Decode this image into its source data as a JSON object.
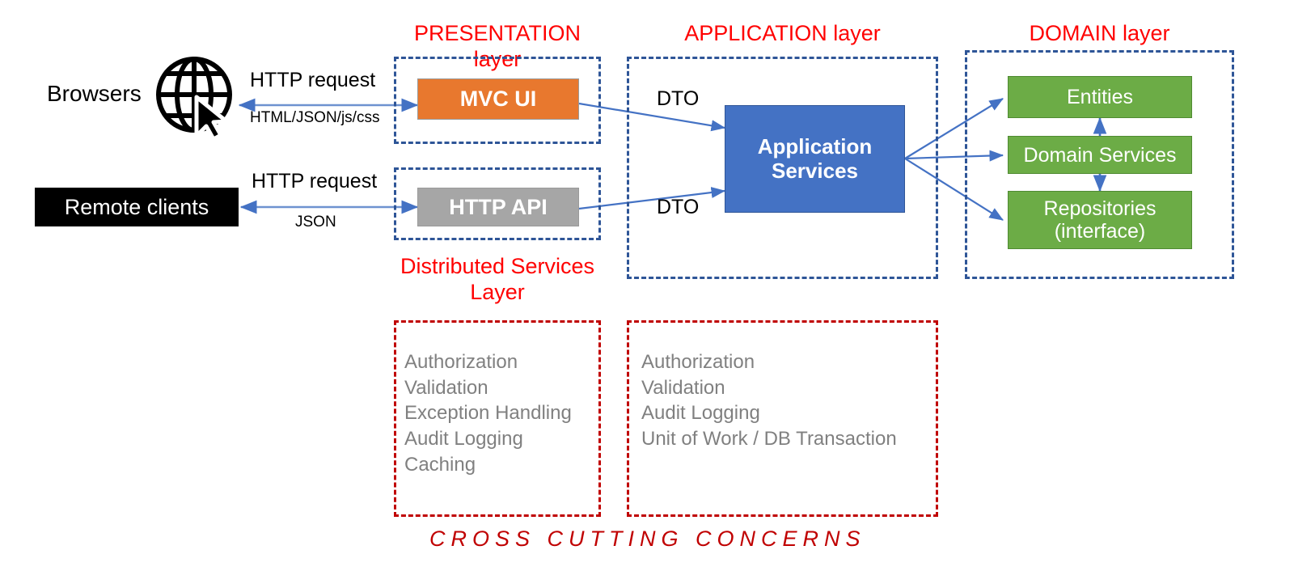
{
  "diagram": {
    "title": "Layered application architecture",
    "colors": {
      "layer_label": "#FF0000",
      "presentation_box": "#E8782E",
      "api_box": "#A6A6A6",
      "application_box": "#4472C4",
      "domain_box": "#6CAC46",
      "client_box": "#000000",
      "dashed_layer_border": "#2E5597",
      "dashed_concern_border": "#C00000",
      "concern_text": "#808080",
      "arrow": "#4472C4"
    }
  },
  "layer_labels": {
    "presentation": "PRESENTATION layer",
    "application": "APPLICATION layer",
    "domain": "DOMAIN layer",
    "distributed_services": "Distributed Services\nLayer"
  },
  "clients": {
    "browsers": "Browsers",
    "browsers_icon": "globe-cursor-icon",
    "remote_clients": "Remote clients"
  },
  "edges": {
    "browser_request": "HTTP request",
    "browser_response": "HTML/JSON/js/css",
    "remote_request": "HTTP request",
    "remote_response": "JSON",
    "dto_top": "DTO",
    "dto_bottom": "DTO"
  },
  "presentation": {
    "mvc_ui": "MVC UI",
    "http_api": "HTTP API"
  },
  "application": {
    "services": "Application\nServices"
  },
  "domain": {
    "entities": "Entities",
    "domain_services": "Domain Services",
    "repositories": "Repositories\n(interface)"
  },
  "cross_cutting": {
    "title": "CROSS CUTTING CONCERNS",
    "distributed_services_items": [
      "Authorization",
      "Validation",
      "Exception Handling",
      "Audit Logging",
      "Caching"
    ],
    "application_items": [
      "Authorization",
      "Validation",
      "Audit Logging",
      "Unit of Work / DB Transaction"
    ]
  }
}
